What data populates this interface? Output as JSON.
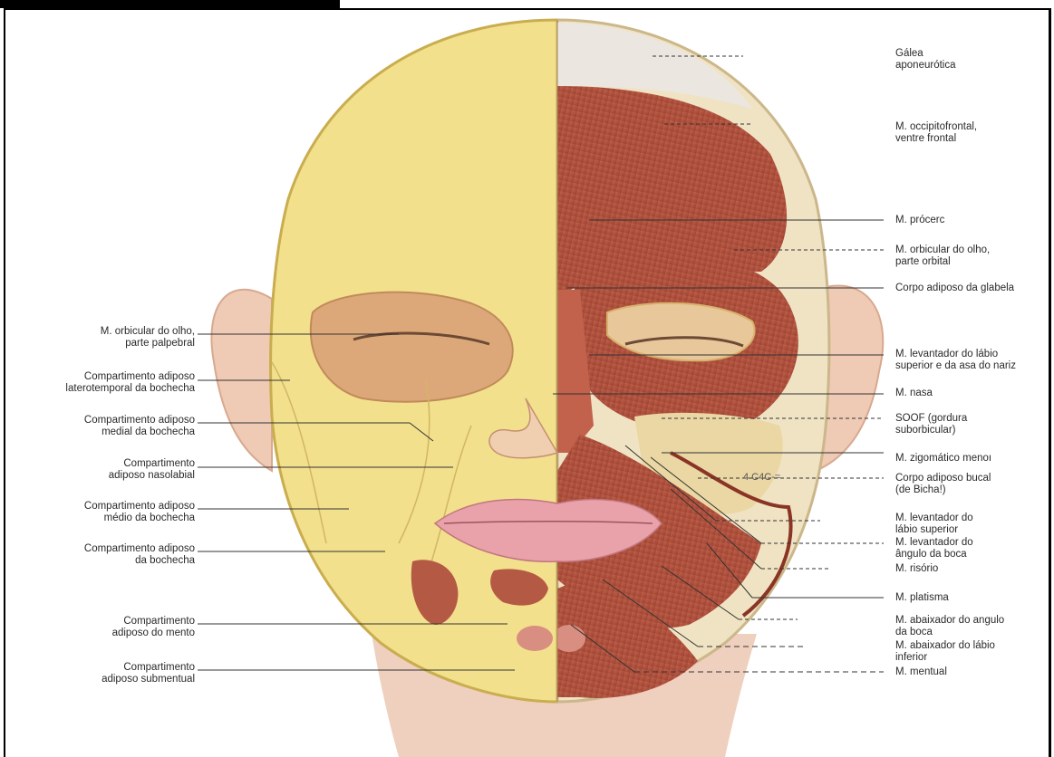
{
  "figure": {
    "colors": {
      "fat": "#f1e08a",
      "fat_dark": "#d9c25c",
      "muscle": "#b85a45",
      "muscle_dark": "#8e3a2b",
      "skin": "#f0cdb8",
      "lips": "#e9a0a8",
      "galea": "#ece8e2"
    },
    "labels_left": [
      {
        "id": "orb-palp",
        "text": "M. orbicular do olho,\nparte palpebral"
      },
      {
        "id": "latero",
        "text": "Compartimento adiposo\nlaterotemporal da bochecha"
      },
      {
        "id": "medial",
        "text": "Compartimento adiposo\nmedial da bochecha"
      },
      {
        "id": "nasolab",
        "text": "Compartimento\nadiposo nasolabial"
      },
      {
        "id": "medio",
        "text": "Compartimento adiposo\nmédio da bochecha"
      },
      {
        "id": "bochecha",
        "text": "Compartimento adiposo\nda bochecha"
      },
      {
        "id": "mento",
        "text": "Compartimento\nadiposo do mento"
      },
      {
        "id": "submentual",
        "text": "Compartimento\nadiposo submentual"
      }
    ],
    "labels_right": [
      {
        "id": "galea",
        "text": "Gálea\naponeurótica"
      },
      {
        "id": "occipito",
        "text": "M. occipitofrontal,\nventre frontal"
      },
      {
        "id": "procero",
        "text": "M. prócerc"
      },
      {
        "id": "orb-orbital",
        "text": "M. orbicular do olho,\nparte orbital"
      },
      {
        "id": "glabela",
        "text": "Corpo adiposo da glabela"
      },
      {
        "id": "levantador-asa",
        "text": "M. levantador do lábio\nsuperior e da asa do nariz"
      },
      {
        "id": "nasal",
        "text": "M. nasa"
      },
      {
        "id": "soof",
        "text": "SOOF (gordura\nsuborbicular)"
      },
      {
        "id": "zigomatico-menor",
        "text": "M. zigomático menoı"
      },
      {
        "id": "bichat",
        "text": "Corpo adiposo bucal\n(de Bicha!)"
      },
      {
        "id": "lev-labio-sup",
        "text": "M. levantador do\nlábio superior"
      },
      {
        "id": "lev-angulo",
        "text": "M. levantador do\nângulo da boca"
      },
      {
        "id": "risorio",
        "text": "M. risório"
      },
      {
        "id": "platisma",
        "text": "M. platisma"
      },
      {
        "id": "abaixador-angulo",
        "text": "M. abaixador do angulo\nda boca"
      },
      {
        "id": "abaixador-labio",
        "text": "M. abaixador do lábio\ninferior"
      },
      {
        "id": "mentual",
        "text": "M. mentual"
      }
    ],
    "stray_text": "4 C4C-="
  }
}
